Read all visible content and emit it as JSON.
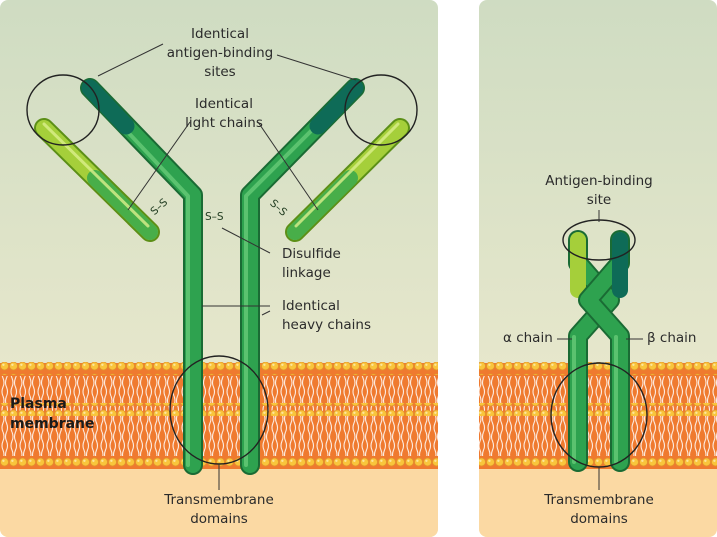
{
  "colors": {
    "background_top": "#cfdcc2",
    "background_bottom": "#f1ecd0",
    "membrane_orange": "#ef7a2f",
    "head_yellow": "#f9c53c",
    "cytoplasm": "#fbd9a3",
    "chain_green": "#2da14f",
    "chain_dark_teal": "#0e6b57",
    "chain_light_green": "#a5cf3a"
  },
  "antibody": {
    "identical_sites": [
      "Identical",
      "antigen-binding",
      "sites"
    ],
    "light_chains": [
      "Identical",
      "light chains"
    ],
    "disulfide": [
      "Disulfide",
      "linkage"
    ],
    "heavy_chains": [
      "Identical",
      "heavy chains"
    ],
    "plasma_membrane": [
      "Plasma",
      "membrane"
    ],
    "transmembrane": [
      "Transmembrane",
      "domains"
    ],
    "ss_bond_left": "S–S",
    "ss_bond_middle": "S–S",
    "ss_bond_right": "S–S"
  },
  "tcr": {
    "antigen_site": [
      "Antigen-binding",
      "site"
    ],
    "alpha_chain": "α chain",
    "beta_chain": "β chain",
    "transmembrane": [
      "Transmembrane",
      "domains"
    ]
  }
}
